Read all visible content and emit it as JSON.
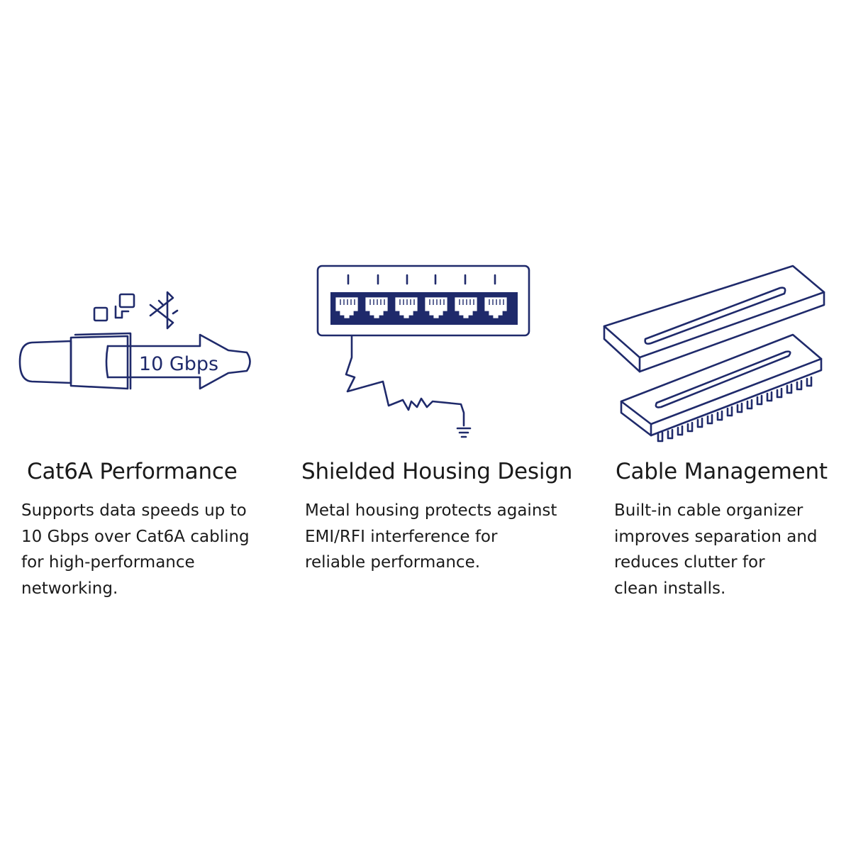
{
  "colors": {
    "accent": "#1f2a6b",
    "text": "#1a1a1a",
    "background": "#ffffff"
  },
  "features": [
    {
      "title": "Cat6A Performance",
      "illustration": "ethernet-cable-speed-icon",
      "badge": "10 Gbps",
      "description": [
        "Supports data speeds up to",
        "10 Gbps over Cat6A cabling",
        "for high-performance",
        "networking."
      ]
    },
    {
      "title": "Shielded Housing Design",
      "illustration": "shielded-patch-panel-ground-icon",
      "description": [
        "Metal housing protects against",
        "EMI/RFI interference for",
        "reliable performance."
      ]
    },
    {
      "title": "Cable Management",
      "illustration": "cable-organizer-bars-icon",
      "description": [
        "Built-in cable organizer",
        "improves separation and",
        "reduces clutter for",
        "clean installs."
      ]
    }
  ]
}
